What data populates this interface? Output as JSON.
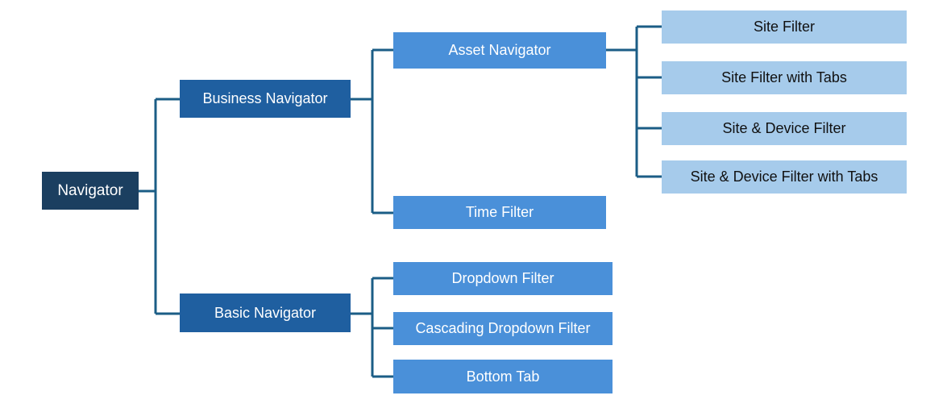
{
  "diagram": {
    "title": "Navigator",
    "colors": {
      "root": "#1b3f60",
      "level1": "#1f5fa0",
      "level2": "#4a90d9",
      "level3": "#a6cbeb",
      "connector": "#1b5d86",
      "light_text": "#ffffff",
      "dark_text": "#111111",
      "background": "#ffffff"
    },
    "nodes": {
      "root": {
        "label": "Navigator"
      },
      "business_navigator": {
        "label": "Business Navigator"
      },
      "basic_navigator": {
        "label": "Basic Navigator"
      },
      "asset_navigator": {
        "label": "Asset Navigator"
      },
      "time_filter": {
        "label": "Time Filter"
      },
      "site_filter": {
        "label": "Site Filter"
      },
      "site_filter_tabs": {
        "label": "Site Filter with Tabs"
      },
      "site_device_filter": {
        "label": "Site & Device Filter"
      },
      "site_device_filter_tabs": {
        "label": "Site & Device Filter with Tabs"
      },
      "dropdown_filter": {
        "label": "Dropdown Filter"
      },
      "cascading_dropdown_filter": {
        "label": "Cascading Dropdown Filter"
      },
      "bottom_tab": {
        "label": "Bottom Tab"
      }
    }
  }
}
